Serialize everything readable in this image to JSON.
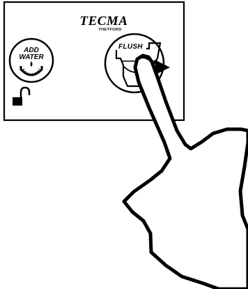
{
  "panel": {
    "brand": "TECMA",
    "sub_brand": "THETFORD",
    "add_water_button": {
      "line1": "ADD",
      "line2": "WATER",
      "icon": "water-bowl-icon"
    },
    "flush_button": {
      "label": "FLUSH",
      "icon": "toilet-bowl-icon"
    },
    "lock_icon": "unlocked-padlock-icon"
  },
  "illustration": {
    "hand_icon": "pointing-finger-icon"
  }
}
